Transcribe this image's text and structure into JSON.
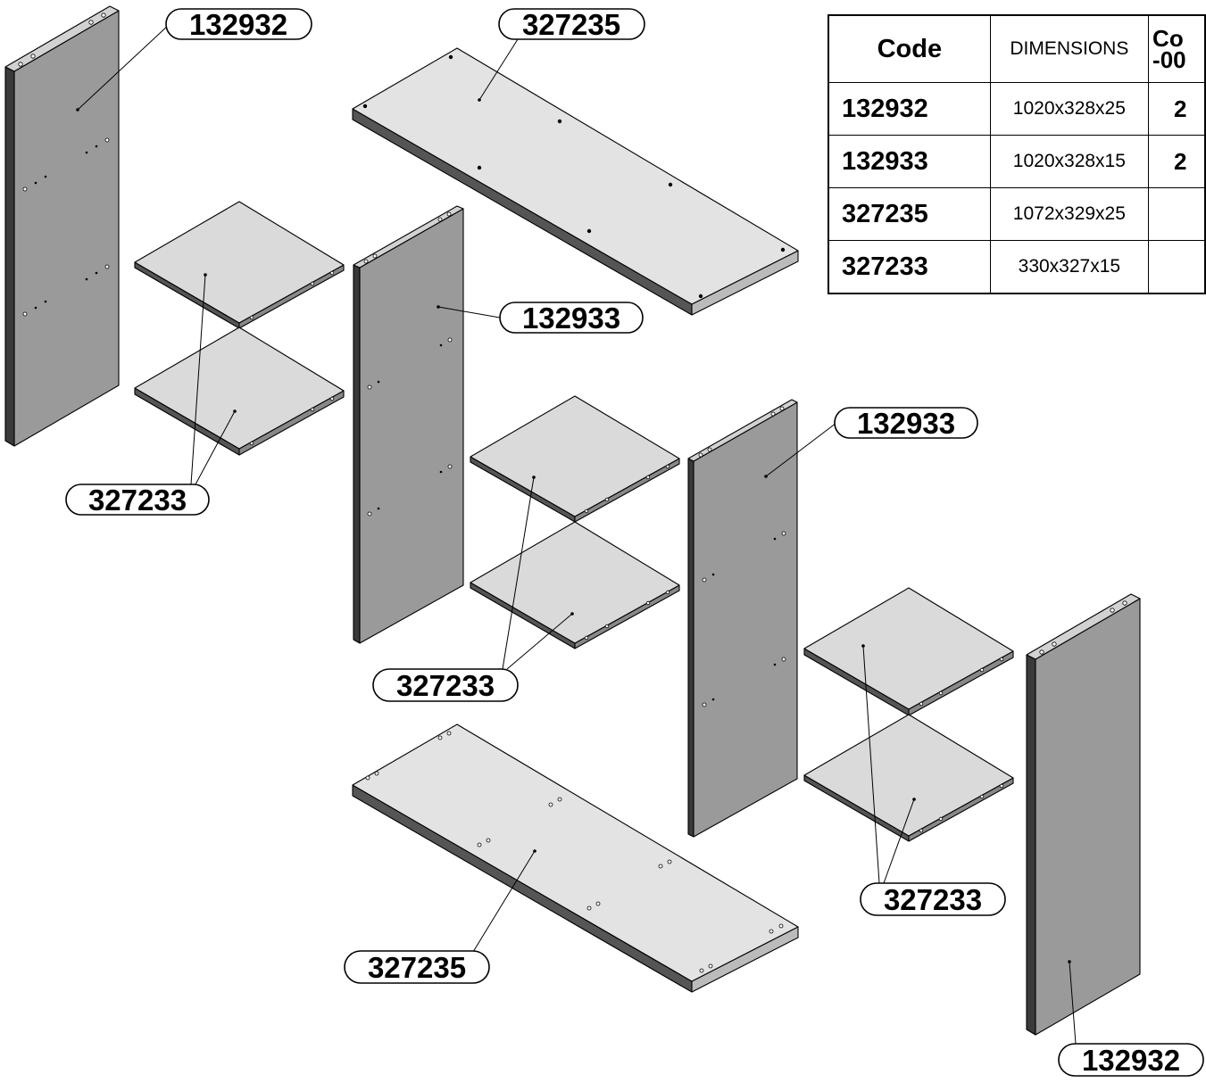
{
  "table": {
    "headers": {
      "code": "Code",
      "dimensions": "DIMENSIONS",
      "cols": "Co\n-00"
    },
    "rows": [
      {
        "code": "132932",
        "dimensions": "1020x328x25",
        "qty": "2"
      },
      {
        "code": "132933",
        "dimensions": "1020x328x15",
        "qty": "2"
      },
      {
        "code": "327235",
        "dimensions": "1072x329x25",
        "qty": ""
      },
      {
        "code": "327233",
        "dimensions": "330x327x15",
        "qty": ""
      }
    ]
  },
  "callouts": {
    "side_left": "132932",
    "top_board": "327235",
    "shelves_left": "327233",
    "divider_1": "132933",
    "divider_2": "132933",
    "shelves_middle": "327233",
    "bottom_board": "327235",
    "shelves_right": "327233",
    "side_right": "132932"
  },
  "colors": {
    "panel_face": "#9a9a9a",
    "panel_top": "#d2d2d2",
    "board_face": "#e3e3e3",
    "board_edge": "#555555",
    "shelf_face": "#dadada",
    "shelf_edge": "#6a6a6a"
  }
}
